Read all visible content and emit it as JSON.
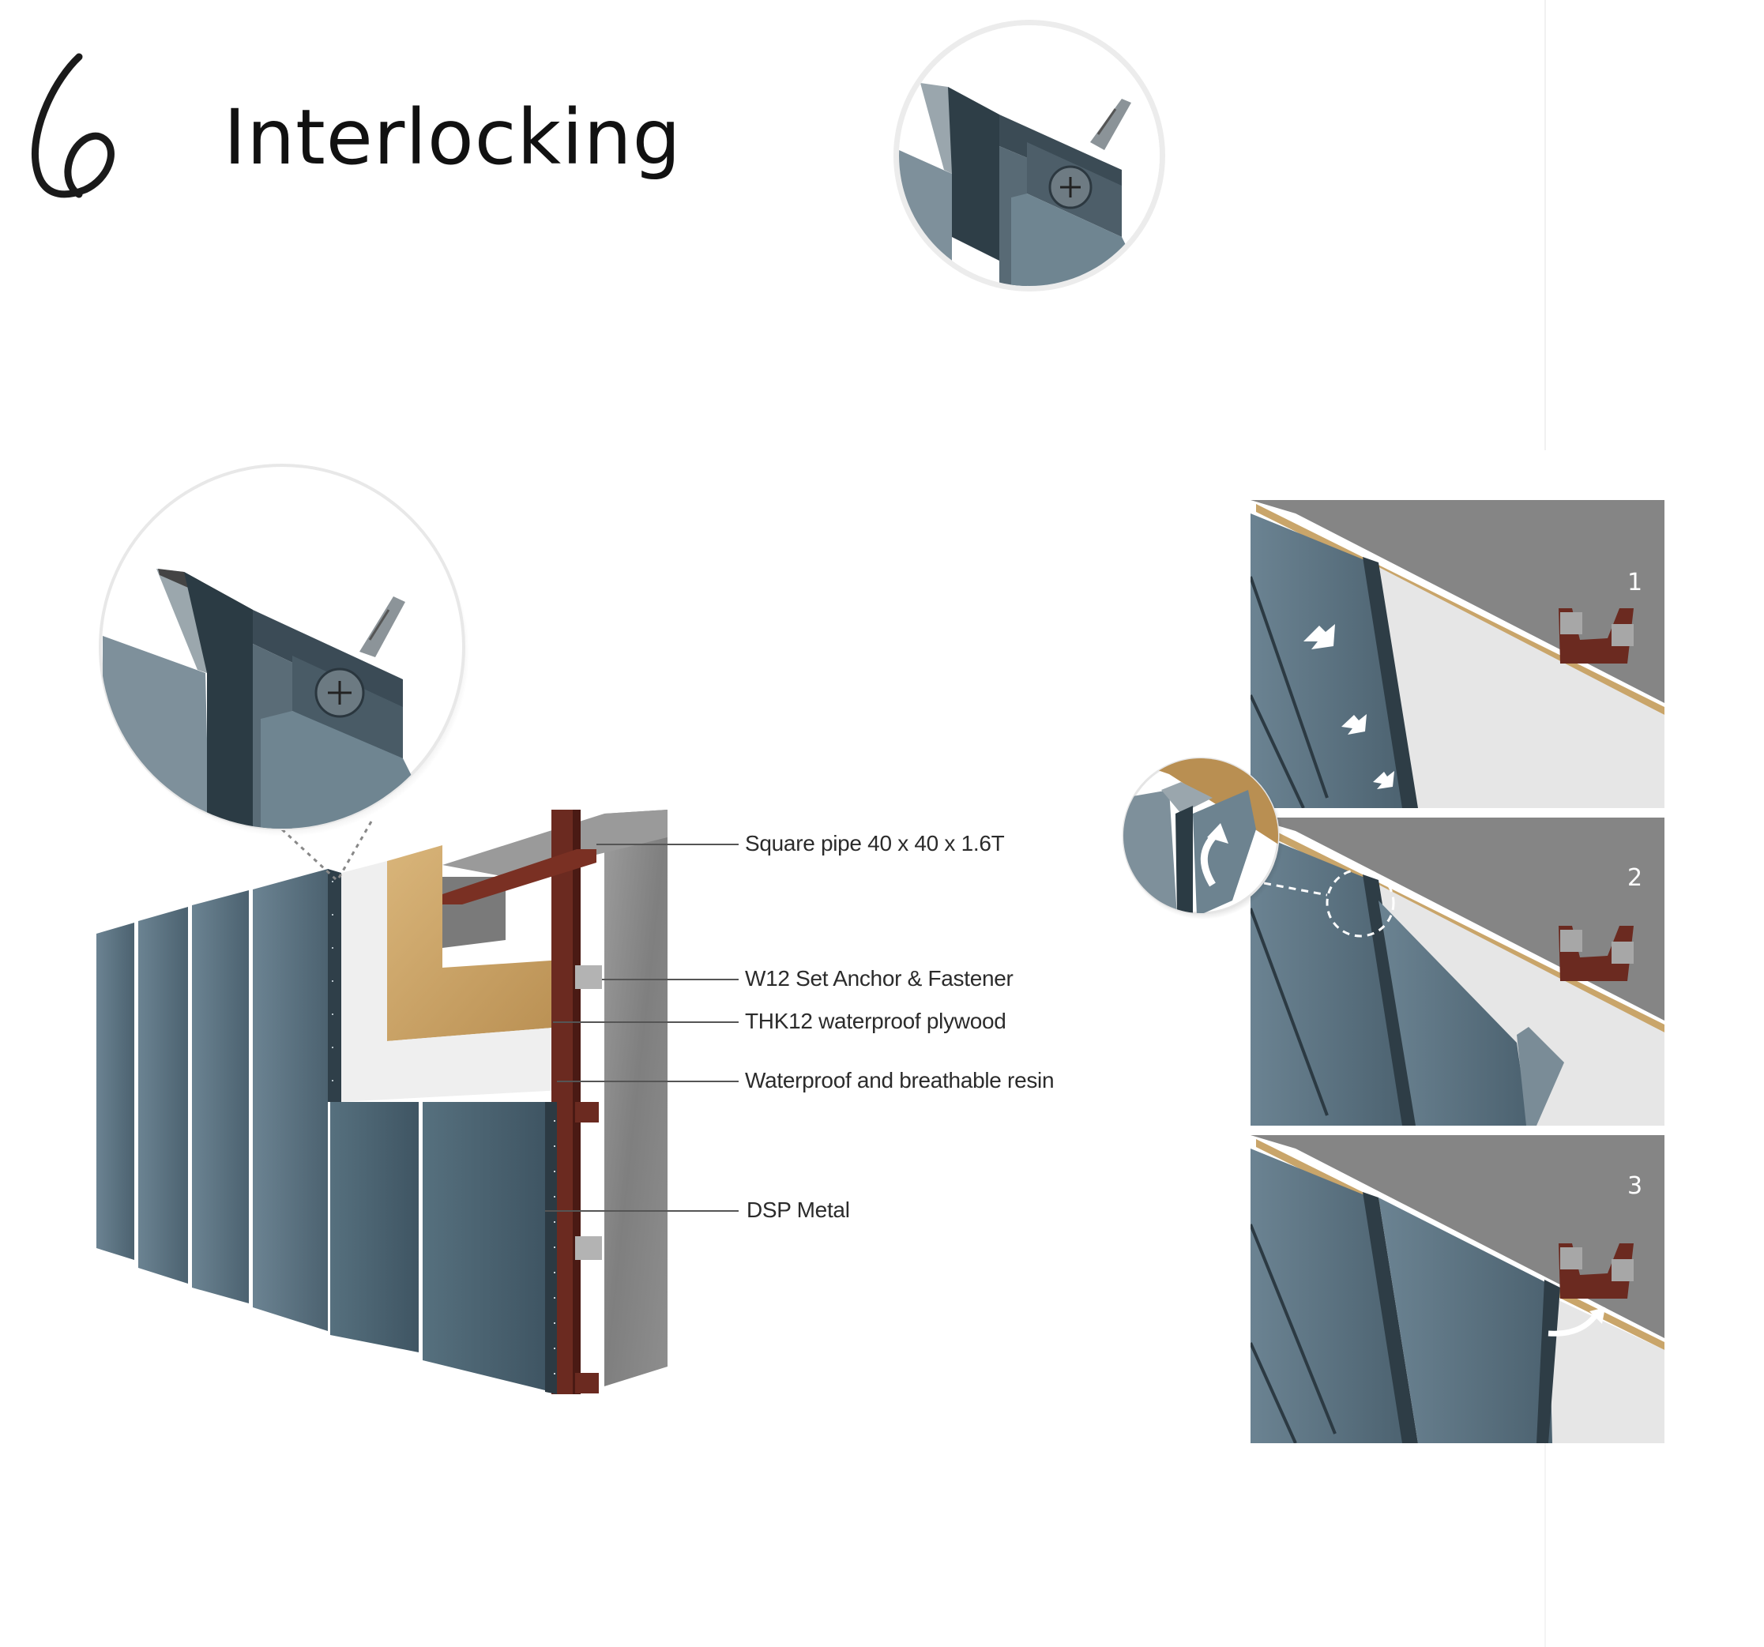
{
  "section_number": "6",
  "title": "Interlocking",
  "callouts": [
    {
      "label": "Square pipe 40 x 40 x 1.6T"
    },
    {
      "label": "W12 Set Anchor & Fastener"
    },
    {
      "label": "THK12 waterproof plywood"
    },
    {
      "label": "Waterproof and breathable resin"
    },
    {
      "label": "DSP Metal"
    }
  ],
  "steps": [
    {
      "number": "1"
    },
    {
      "number": "2"
    },
    {
      "number": "3"
    }
  ],
  "colors": {
    "panel": "#5a7080",
    "panel_dark": "#3e525e",
    "concrete": "#8f8f8f",
    "steel_pipe": "#6b2a20",
    "plywood": "#c9a56a",
    "resin": "#f0f0f0",
    "callout_line": "#555555"
  },
  "icons": [
    "screw-icon",
    "arrow-icon",
    "curved-arrow-icon"
  ]
}
